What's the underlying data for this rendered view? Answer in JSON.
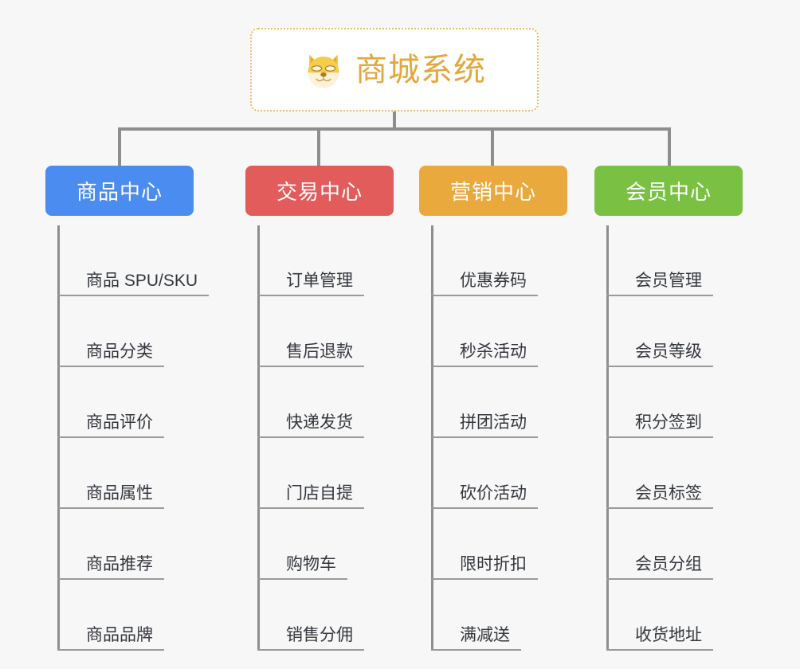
{
  "diagram": {
    "type": "org-tree",
    "background": "#f7f7f7",
    "root": {
      "title": "商城系统",
      "icon": "shiba-dog-icon",
      "text_color": "#e3a73c",
      "border_color": "#edbb6a",
      "background": "#ffffff"
    },
    "connector_color": "#8e8e8e",
    "branches": [
      {
        "label": "商品中心",
        "color": "#4a8cf0",
        "items": [
          "商品 SPU/SKU",
          "商品分类",
          "商品评价",
          "商品属性",
          "商品推荐",
          "商品品牌"
        ]
      },
      {
        "label": "交易中心",
        "color": "#e25c5c",
        "items": [
          "订单管理",
          "售后退款",
          "快递发货",
          "门店自提",
          "购物车",
          "销售分佣"
        ]
      },
      {
        "label": "营销中心",
        "color": "#eaa93c",
        "items": [
          "优惠券码",
          "秒杀活动",
          "拼团活动",
          "砍价活动",
          "限时折扣",
          "满减送"
        ]
      },
      {
        "label": "会员中心",
        "color": "#7ac143",
        "items": [
          "会员管理",
          "会员等级",
          "积分签到",
          "会员标签",
          "会员分组",
          "收货地址"
        ]
      }
    ]
  }
}
